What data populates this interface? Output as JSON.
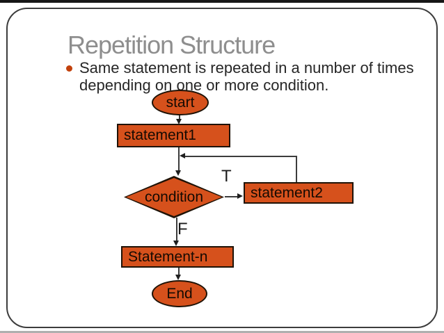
{
  "slide": {
    "title": "Repetition Structure",
    "bullet": {
      "line1": "Same statement is repeated in a number of times",
      "line2": "depending on one or more condition."
    },
    "flowchart": {
      "start": "start",
      "statement1": "statement1",
      "condition": "condition",
      "true_label": "T",
      "statement2": "statement2",
      "false_label": "F",
      "statement_n": "Statement-n",
      "end": "End"
    },
    "icons": {
      "bullet": "orange-disc",
      "arrowhead": "small-triangle"
    },
    "colors": {
      "shape_fill": "#d6511c",
      "shape_border": "#1e1206",
      "title_text": "#8e8e8e",
      "body_text": "#262626",
      "bullet_dot": "#c2410c",
      "connector": "#3c3c3c",
      "slide_border": "#3c3c3c"
    }
  }
}
